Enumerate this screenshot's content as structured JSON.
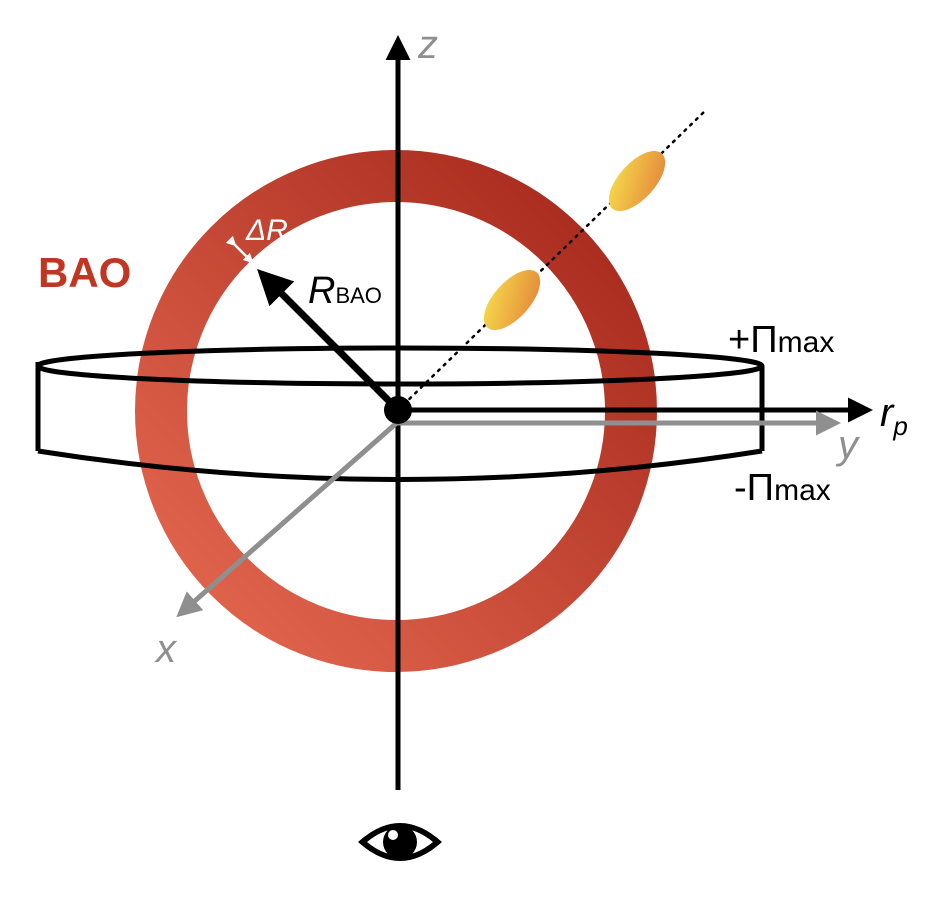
{
  "labels": {
    "z": "z",
    "x": "x",
    "y": "y",
    "rp_main": "r",
    "rp_sub": "p",
    "bao": "BAO",
    "delta_r": "ΔR",
    "r_bao_main": "R",
    "r_bao_sub": "BAO",
    "pi_plus_main": "+Π",
    "pi_plus_sub": "max",
    "pi_minus_main": "-Π",
    "pi_minus_sub": "max"
  },
  "colors": {
    "ring_light": "#e1644c",
    "ring_dark": "#a92a1c",
    "bao_text": "#c03623",
    "axis_black": "#000000",
    "axis_gray": "#8f8f8f",
    "galaxy_yellow": "#f6dd4a",
    "galaxy_orange": "#e48a3a"
  },
  "icons": {
    "observer": "eye-icon"
  }
}
